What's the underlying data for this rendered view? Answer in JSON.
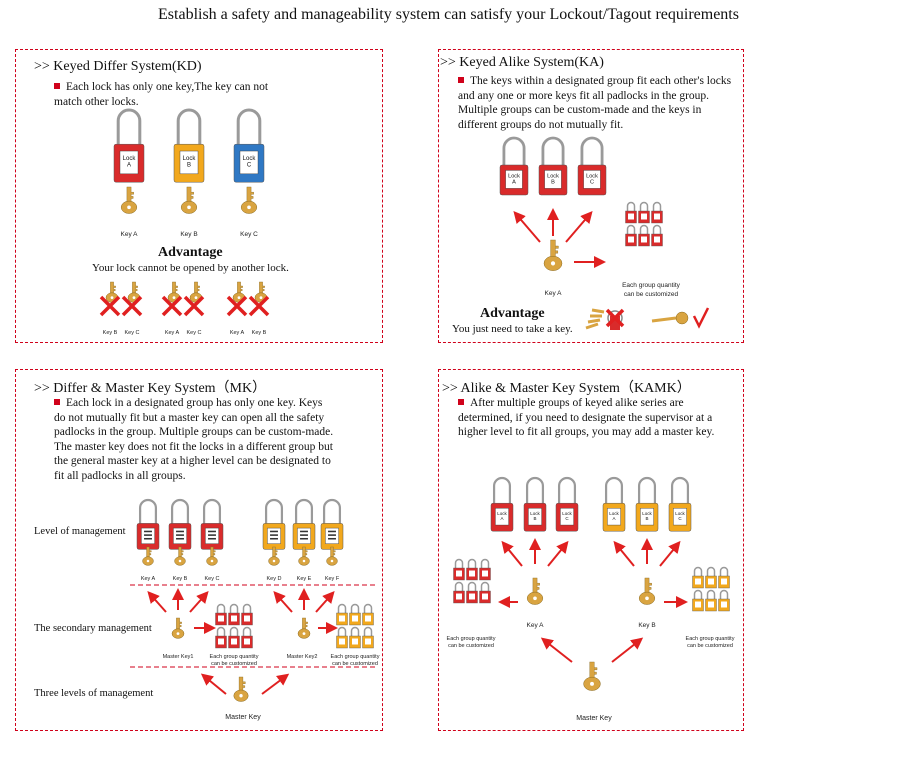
{
  "title": "Establish a safety and manageability system can satisfy your Lockout/Tagout requirements",
  "kd": {
    "heading": ">> Keyed Differ System(KD)",
    "desc": "Each lock has only one key,The key can not match other locks.",
    "locks": [
      {
        "label_l1": "Lock",
        "label_l2": "A",
        "color": "#d92b2b",
        "key": "Key A"
      },
      {
        "label_l1": "Lock",
        "label_l2": "B",
        "color": "#f2a81d",
        "key": "Key B"
      },
      {
        "label_l1": "Lock",
        "label_l2": "C",
        "color": "#2f78c4",
        "key": "Key C"
      }
    ],
    "advantage": "Advantage",
    "advantage_text": "Your lock cannot be opened by another lock.",
    "crossed_keys": [
      "Key B",
      "Key C",
      "Key A",
      "Key C",
      "Key A",
      "Key B"
    ]
  },
  "ka": {
    "heading": ">> Keyed Alike System(KA)",
    "desc": "The keys within a designated group fit each other's locks and any one or more keys fit all padlocks in the group. Multiple groups can be custom-made and the keys in different groups do not mutually fit.",
    "locks": [
      {
        "label_l1": "Lock",
        "label_l2": "A"
      },
      {
        "label_l1": "Lock",
        "label_l2": "B"
      },
      {
        "label_l1": "Lock",
        "label_l2": "C"
      }
    ],
    "key_label": "Key A",
    "group_note": "Each group quantity can be customized",
    "advantage": "Advantage",
    "advantage_text": "You just need to take a key."
  },
  "mk": {
    "heading": ">> Differ & Master Key System（MK）",
    "desc": "Each lock in a designated group has only one key. Keys do not mutually fit but a master key can open all the safety padlocks in the group. Multiple groups can be custom-made. The master key does not fit the locks in a different group but the general master key at a higher level can be designated to fit all padlocks in all groups.",
    "levels": [
      "Level of management",
      "The secondary management",
      "Three levels of management"
    ],
    "keys_red": [
      "Key A",
      "Key B",
      "Key C"
    ],
    "keys_yellow": [
      "Key D",
      "Key E",
      "Key F"
    ],
    "master1": "Master Key1",
    "master2": "Master Key2",
    "group_note": "Each group quantity can be customized",
    "master_key": "Master Key"
  },
  "kamk": {
    "heading": ">> Alike & Master Key System（KAMK）",
    "desc": "After multiple groups of keyed alike series are determined, if you need to designate the supervisor at a higher level to fit all groups, you may add a master key.",
    "locks_red": [
      {
        "label_l1": "Lock",
        "label_l2": "A"
      },
      {
        "label_l1": "Lock",
        "label_l2": "B"
      },
      {
        "label_l1": "Lock",
        "label_l2": "C"
      }
    ],
    "locks_yellow": [
      {
        "label_l1": "Lock",
        "label_l2": "A"
      },
      {
        "label_l1": "Lock",
        "label_l2": "B"
      },
      {
        "label_l1": "Lock",
        "label_l2": "C"
      }
    ],
    "key_a": "Key A",
    "key_b": "Key B",
    "group_note": "Each group quantity can be customized",
    "master_key": "Master Key"
  },
  "colors": {
    "red": "#d92b2b",
    "yellow": "#f2a81d",
    "blue": "#2f78c4",
    "gold": "#d9a441",
    "arrow": "#e02020",
    "border": "#d0021b"
  }
}
